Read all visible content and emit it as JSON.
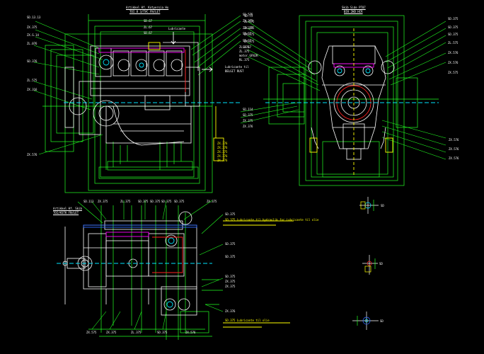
{
  "drawing": {
    "background": "#000000",
    "line_colors": {
      "dimension": "#22ff22",
      "engine": "#ffffff",
      "leader": "#22ff22",
      "yellow": "#ffff00",
      "cyan": "#00e5ff",
      "magenta": "#ff00ff",
      "red": "#ff2020",
      "blue": "#2f6bff"
    }
  },
  "views": {
    "side_view": {
      "title": "Artikkel Hf. Kotyersia Hx",
      "subtitle": "TOI 8 3/TVC FN/LET",
      "labels_left": [
        "SD.13.13",
        "ZX.375",
        "ZX.S.14",
        "ZL.076",
        "SD.376",
        "ZL.575",
        "ZX.316",
        "ZX.576"
      ],
      "labels_top": [
        "SD.67",
        "ZL.67",
        "SD.67"
      ],
      "labels_right": [
        "SD.575",
        "ZX.375",
        "ZX.375",
        "SD.67",
        "SD.67",
        "SD.67"
      ],
      "note_block": [
        "ZX.376",
        "ZX.376",
        "ZX.375",
        "ZX.376",
        "ZX.376"
      ],
      "callout": [
        "Lubricante til",
        "BELGIT RUST"
      ],
      "callout2": "Lubricante"
    },
    "front_view": {
      "title": "Skib Side PT07",
      "subtitle": "BIK 2HD HCR",
      "labels_left": [
        "SD.75",
        "ZL.575",
        "ZX.375",
        "ZX.375",
        "ZX.375",
        "ZL.375",
        "ZL.375",
        "motor GFNJR",
        "RL.375"
      ],
      "labels_right": [
        "SD.375",
        "SD.375",
        "SD.375",
        "ZL.575",
        "ZX.576",
        "ZX.576",
        "ZX.575"
      ],
      "labels_mid": [
        "SD.114",
        "SD.375",
        "ZX.375",
        "ZX.376"
      ],
      "labels_bottom": [
        "ZX.576",
        "ZX.576",
        "ZX.576"
      ]
    },
    "top_view": {
      "title": "Artikkel Hf. Skib",
      "subtitle": "TOI/KSTK FN/LET",
      "labels_top": [
        "SD.113",
        "ZX.375",
        "ZL.375",
        "SD.375",
        "SD.375",
        "SD.375",
        "SD.375",
        "ZX.375"
      ],
      "labels_right": [
        "SD.375",
        "SD.375",
        "SD.375",
        "SD.375",
        "ZX.375",
        "ZX.375",
        "ZX.376"
      ],
      "labels_bottom": [
        "ZX.575",
        "ZX.375",
        "ZL.375",
        "SD.375",
        "ZX.576"
      ],
      "notes": [
        "SD.375 Lubricante til hydraulik for Lubricante til olie",
        "SD.375 Lubricante til olie"
      ]
    },
    "detail_symbols": {
      "labels": [
        "SD",
        "SD",
        "SD"
      ]
    }
  }
}
